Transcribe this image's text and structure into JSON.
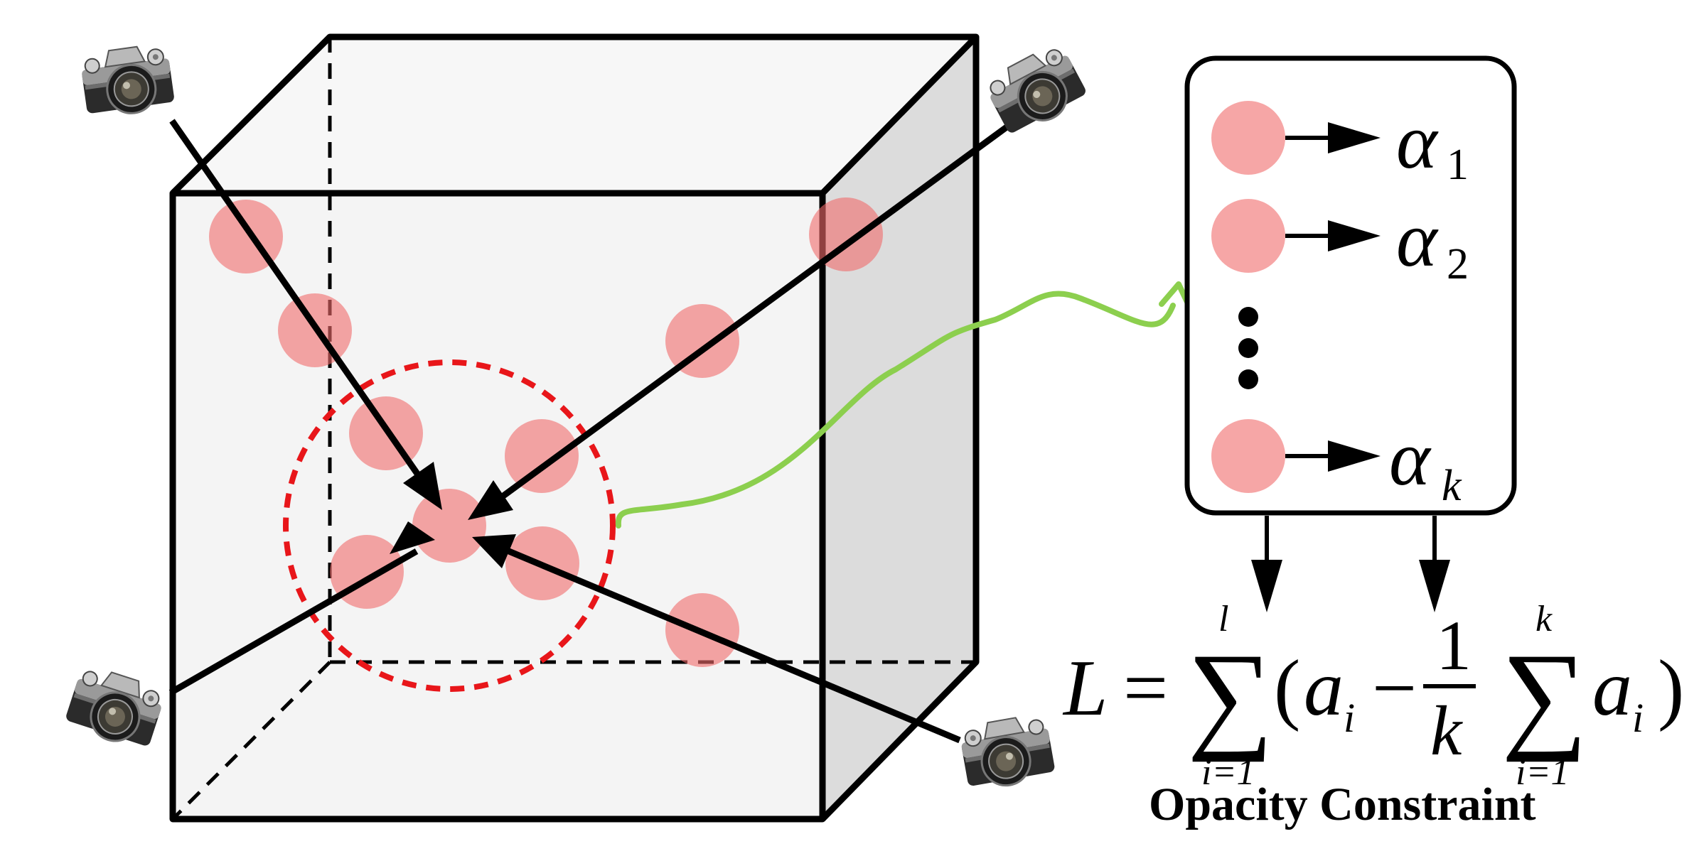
{
  "colors": {
    "stroke": "#000000",
    "gaussian": "#f06b6b",
    "gaussian_opacity": 0.6,
    "cube_front": "#f4f4f4",
    "cube_side": "#dcdcdc",
    "cube_top": "#f7f7f7",
    "neighborhood": "#e8161a",
    "link_curve": "#8ccf4e"
  },
  "icons": {
    "camera": "camera-icon"
  },
  "opacity_list": {
    "items": [
      {
        "symbol": "α",
        "subscript": "1"
      },
      {
        "symbol": "α",
        "subscript": "2"
      },
      {
        "symbol": "α",
        "subscript": "k"
      }
    ],
    "ellipsis": "vertical-dots"
  },
  "formula": {
    "lhs": "L",
    "eq": "=",
    "sum_symbol": "∑",
    "sum1_upper": "l",
    "sum1_lower": "i=1",
    "open_paren": "(",
    "term1_base": "a",
    "term1_sub": "i",
    "minus": "−",
    "frac_num": "1",
    "frac_den": "k",
    "sum2_upper": "k",
    "sum2_lower": "i=1",
    "term2_base": "a",
    "term2_sub": "i",
    "close_paren": ")"
  },
  "caption": "Opacity Constraint"
}
